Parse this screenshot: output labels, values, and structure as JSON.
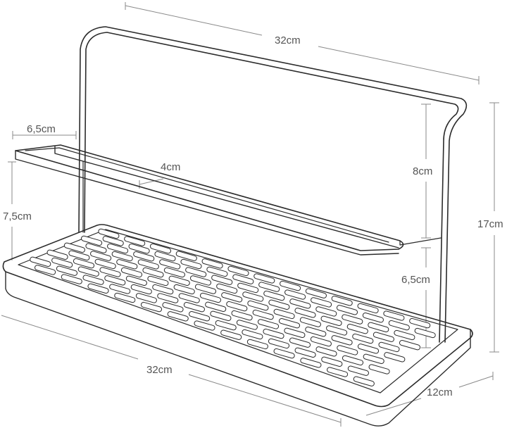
{
  "dimensions": {
    "top_width": "32cm",
    "shelf_depth": "6,5cm",
    "rail_gap": "4cm",
    "back_height": "8cm",
    "front_height": "7,5cm",
    "total_height": "17cm",
    "lower_gap": "6,5cm",
    "base_width": "32cm",
    "base_depth": "12cm"
  },
  "colors": {
    "outline": "#2b2b2b",
    "dimension_line": "#8a8a8a",
    "label": "#555555"
  }
}
